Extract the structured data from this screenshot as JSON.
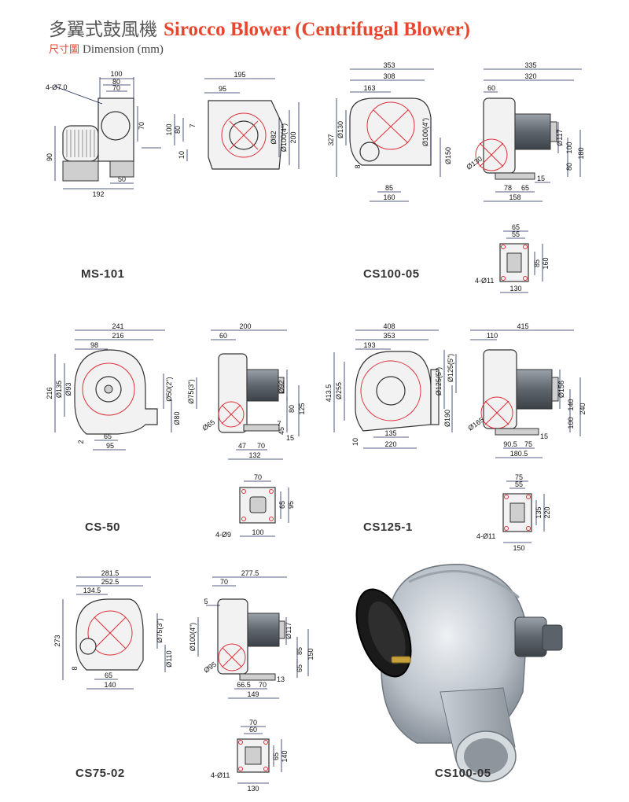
{
  "header": {
    "title_zh": "多翼式鼓風機",
    "title_en": "Sirocco Blower (Centrifugal Blower)",
    "subtitle_zh": "尺寸圖",
    "subtitle_en": "Dimension (mm)"
  },
  "models": {
    "ms101": "MS-101",
    "cs100_05": "CS100-05",
    "cs50": "CS-50",
    "cs125_1": "CS125-1",
    "cs75_02": "CS75-02",
    "photo": "CS100-05"
  },
  "dims": {
    "ms101_front": [
      "100",
      "80",
      "70",
      "4-Ø7.0",
      "70",
      "90",
      "50",
      "192"
    ],
    "ms101_side": [
      "195",
      "95",
      "100",
      "80",
      "7",
      "10",
      "Ø82",
      "Ø100(4\")",
      "200"
    ],
    "cs100_front": [
      "353",
      "308",
      "163",
      "327",
      "Ø130",
      "8",
      "Ø100(4\")",
      "Ø150",
      "85",
      "160"
    ],
    "cs100_side": [
      "335",
      "320",
      "60",
      "Ø117",
      "100",
      "180",
      "80",
      "Ø130",
      "15",
      "78",
      "65",
      "158"
    ],
    "cs100_base": [
      "65",
      "55",
      "85",
      "160",
      "4-Ø11",
      "130"
    ],
    "cs50_front": [
      "241",
      "216",
      "98",
      "216",
      "Ø135",
      "Ø93",
      "Ø50(2\")",
      "Ø80",
      "2",
      "65",
      "95"
    ],
    "cs50_side": [
      "200",
      "60",
      "Ø75(3\")",
      "Ø92",
      "80",
      "125",
      "Ø65",
      "7",
      "45",
      "15",
      "47",
      "70",
      "132"
    ],
    "cs50_base": [
      "70",
      "65",
      "95",
      "4-Ø9",
      "100"
    ],
    "cs125_front": [
      "408",
      "353",
      "193",
      "413.5",
      "Ø255",
      "Ø125(5\")",
      "Ø190",
      "10",
      "135",
      "220"
    ],
    "cs125_side": [
      "415",
      "110",
      "Ø125(5\")",
      "Ø156",
      "140",
      "100",
      "240",
      "Ø165",
      "15",
      "90.5",
      "75",
      "180.5"
    ],
    "cs125_base": [
      "75",
      "55",
      "135",
      "220",
      "4-Ø11",
      "150"
    ],
    "cs75_front": [
      "281.5",
      "252.5",
      "134.5",
      "273",
      "Ø75(3\")",
      "Ø110",
      "8",
      "65",
      "140"
    ],
    "cs75_side": [
      "277.5",
      "70",
      "5",
      "Ø100(4\")",
      "Ø117",
      "85",
      "150",
      "65",
      "Ø95",
      "13",
      "66.5",
      "70",
      "149"
    ],
    "cs75_base": [
      "70",
      "60",
      "65",
      "140",
      "4-Ø11",
      "130"
    ]
  }
}
